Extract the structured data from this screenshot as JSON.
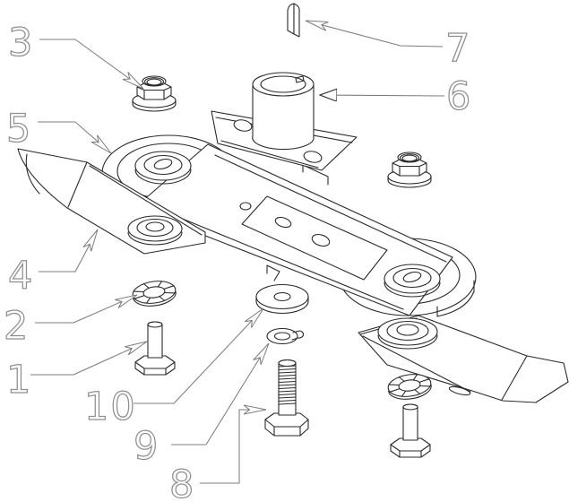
{
  "diagram": {
    "type": "exploded-parts-diagram",
    "subject": "mower-blade-assembly",
    "background_color": "#ffffff",
    "line_color": "#2a2a2a",
    "callout_color": "#8f8f8f",
    "callouts": [
      {
        "number": "1",
        "part": "blade-mounting-bolt-short"
      },
      {
        "number": "2",
        "part": "star-lock-washer"
      },
      {
        "number": "3",
        "part": "flange-lock-nut"
      },
      {
        "number": "4",
        "part": "blade-left"
      },
      {
        "number": "5",
        "part": "blade-carrier"
      },
      {
        "number": "6",
        "part": "blade-adapter-hub"
      },
      {
        "number": "7",
        "part": "woodruff-key"
      },
      {
        "number": "8",
        "part": "hex-bolt-long"
      },
      {
        "number": "9",
        "part": "split-lock-washer"
      },
      {
        "number": "10",
        "part": "flat-washer"
      }
    ]
  }
}
